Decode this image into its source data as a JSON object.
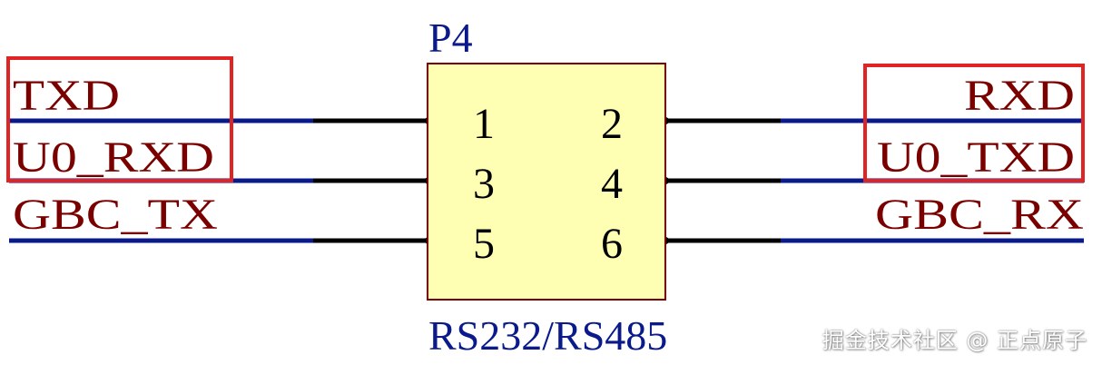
{
  "component": {
    "designator": "P4",
    "comment": "RS232/RS485",
    "pins": [
      "1",
      "2",
      "3",
      "4",
      "5",
      "6"
    ]
  },
  "nets": {
    "left": [
      "TXD",
      "U0_RXD",
      "GBC_TX"
    ],
    "right": [
      "RXD",
      "U0_TXD",
      "GBC_RX"
    ]
  },
  "colors": {
    "wire": "#0a1a8a",
    "pin_line": "#000000",
    "net_label": "#7a0000",
    "designator": "#0a1a8a",
    "body_fill": "#ffffb4",
    "body_stroke": "#7a0000",
    "highlight_box": "#e02424"
  },
  "watermark": "掘金技术社区 @ 正点原子"
}
